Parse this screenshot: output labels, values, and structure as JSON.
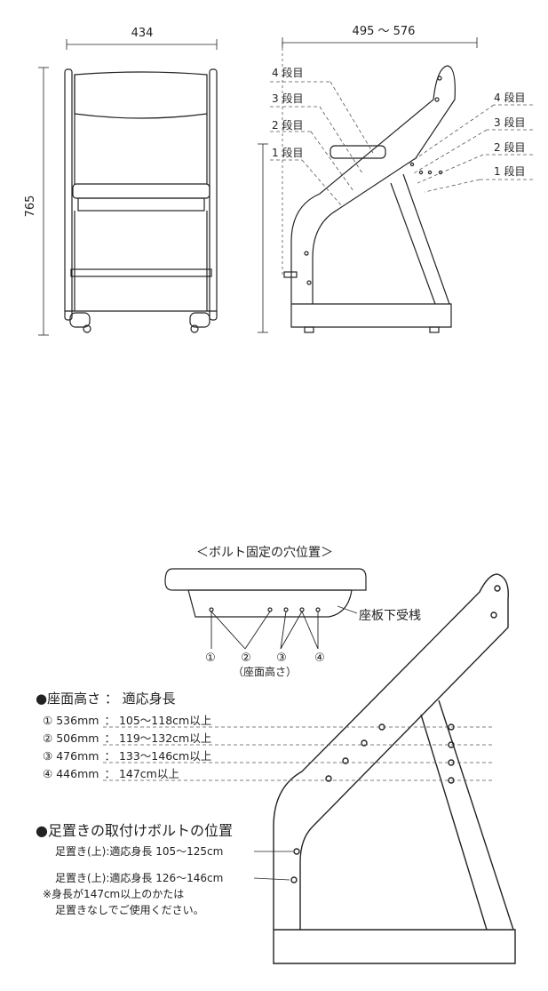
{
  "top": {
    "front_width": "434",
    "front_height": "765",
    "side_depth": "495 ～ 576",
    "levels_left": [
      "4 段目",
      "3 段目",
      "2 段目",
      "1 段目"
    ],
    "levels_right": [
      "4 段目",
      "3 段目",
      "2 段目",
      "1 段目"
    ]
  },
  "bottom": {
    "bolt_title": "＜ボルト固定の穴位置＞",
    "seat_support_label": "座板下受桟",
    "bolt_numbers": [
      "①",
      "②",
      "③",
      "④"
    ],
    "seat_height_caption": "（座面高さ）",
    "seat_section_title": "●座面高さ ： 適応身長",
    "seat_rows": [
      {
        "num": "①",
        "height": "536mm",
        "sep": "：",
        "range": "105～118cm以上"
      },
      {
        "num": "②",
        "height": "506mm",
        "sep": "：",
        "range": "119～132cm以上"
      },
      {
        "num": "③",
        "height": "476mm",
        "sep": "：",
        "range": "133～146cm以上"
      },
      {
        "num": "④",
        "height": "446mm",
        "sep": "：",
        "range": "147cm以上"
      }
    ],
    "foot_section_title": "●足置きの取付けボルトの位置",
    "foot_rows": [
      "足置き(上):適応身長 105～125cm",
      "足置き(上):適応身長 126～146cm"
    ],
    "note_lines": [
      "※身長が147cm以上のかたは",
      "足置きなしでご使用ください。"
    ]
  },
  "colors": {
    "line": "#222222",
    "dash": "#555555"
  }
}
